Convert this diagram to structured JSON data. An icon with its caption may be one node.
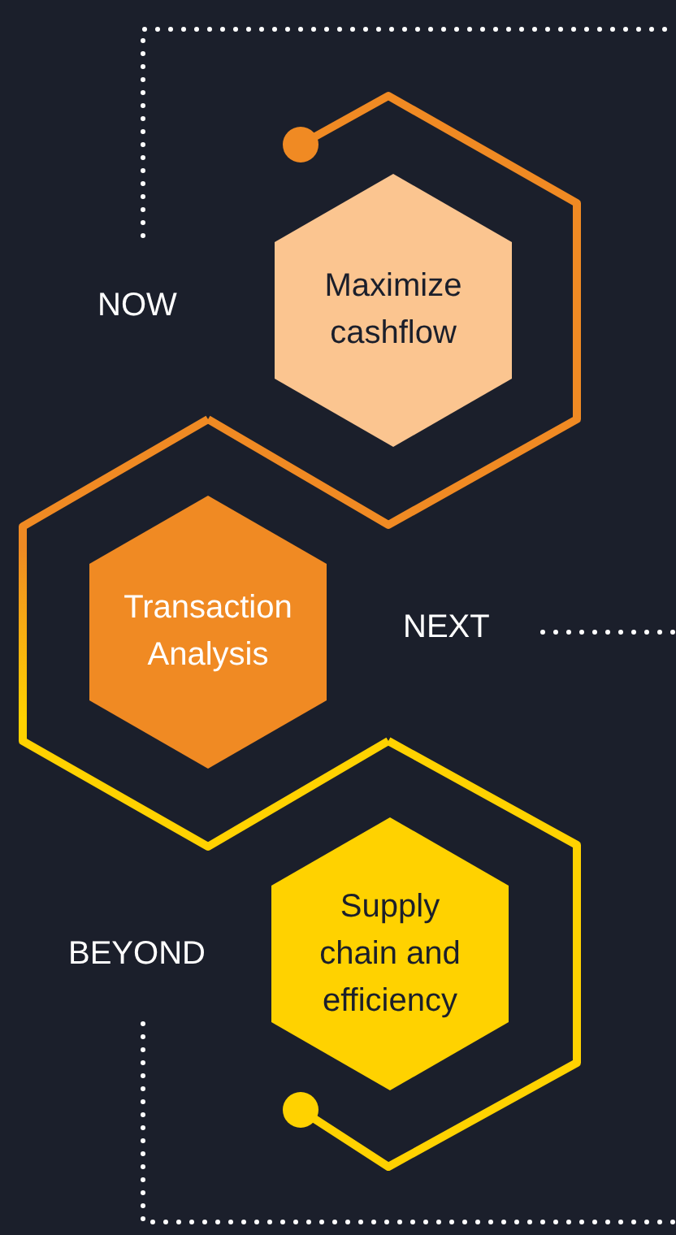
{
  "diagram": {
    "nodes": [
      {
        "text": [
          "Maximize cashflow"
        ]
      },
      {
        "text": [
          "Transaction Analysis"
        ]
      },
      {
        "text": [
          "Supply chain and efficiency"
        ]
      }
    ],
    "labels": [
      "NOW",
      "NEXT",
      "BEYOND"
    ]
  }
}
